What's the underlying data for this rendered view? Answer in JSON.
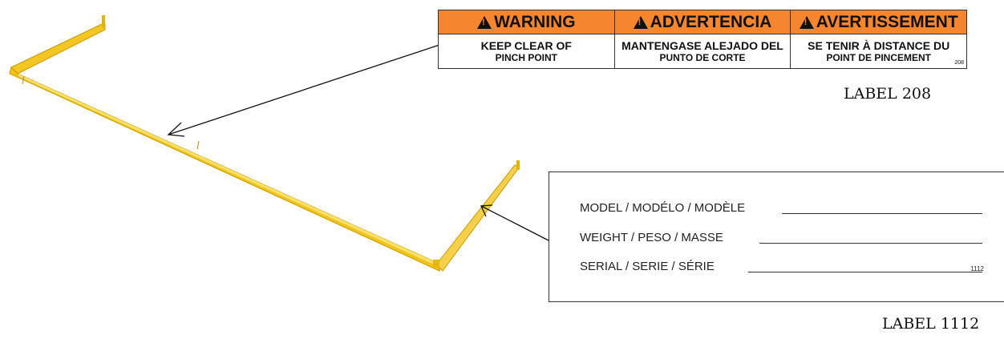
{
  "warning_label": {
    "columns": [
      {
        "header": "WARNING",
        "line1": "KEEP CLEAR OF",
        "line2": "PINCH POINT"
      },
      {
        "header": "ADVERTENCIA",
        "line1": "MANTENGASE ALEJADO DEL",
        "line2": "PUNTO DE CORTE"
      },
      {
        "header": "AVERTISSEMENT",
        "line1": "SE TENIR À DISTANCE DU",
        "line2": "POINT DE PINCEMENT"
      }
    ],
    "code": "208",
    "header_color": "#f5862f"
  },
  "caption_208": "LABEL 208",
  "serial_label": {
    "rows": [
      {
        "text": "MODEL / MODÉLO / MODÈLE"
      },
      {
        "text": "WEIGHT / PESO / MASSE"
      },
      {
        "text": "SERIAL / SERIE / SÉRIE"
      }
    ],
    "code": "1112"
  },
  "caption_1112": "LABEL 1112",
  "frame_color": "#f0c419"
}
